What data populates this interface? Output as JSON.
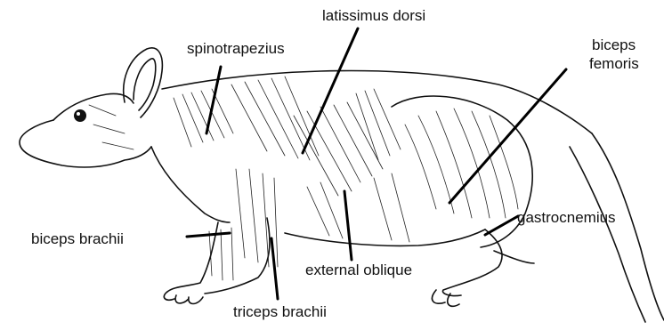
{
  "labels": {
    "latissimus_dorsi": "latissimus dorsi",
    "spinotrapezius": "spinotrapezius",
    "biceps_femoris_line1": "biceps",
    "biceps_femoris_line2": "femoris",
    "gastrocnemius": "gastrocnemius",
    "biceps_brachii": "biceps brachii",
    "external_oblique": "external oblique",
    "triceps_brachii": "triceps brachii"
  },
  "colors": {
    "ink": "#111111",
    "background": "#ffffff"
  }
}
